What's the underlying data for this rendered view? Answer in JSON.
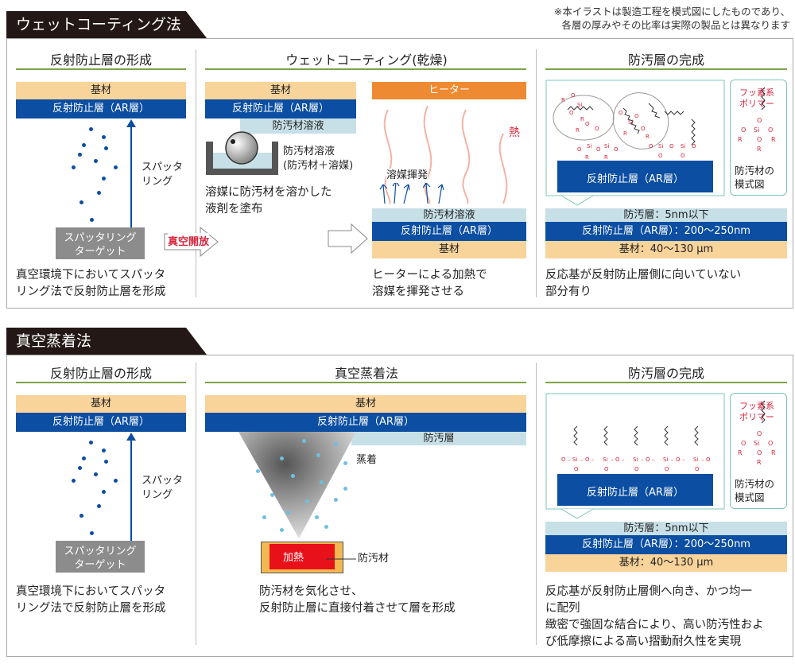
{
  "note": {
    "line1": "※本イラストは製造工程を模式図にしたものであり、",
    "line2": "各層の厚みやその比率は実際の製品とは異なります"
  },
  "wet": {
    "title": "ウェットコーティング法",
    "col1": {
      "title": "反射防止層の形成",
      "base": "基材",
      "ar": "反射防止層（AR層）",
      "sputter_label": "スパッタ\nリング",
      "target": "スパッタリング\nターゲット",
      "desc": "真空環境下においてスパッタ\nリング法で反射防止層を形成"
    },
    "arrow_label": "真空開放",
    "col2": {
      "title": "ウェットコーティング(乾燥)",
      "base": "基材",
      "ar": "反射防止層（AR層）",
      "solution": "防汚材溶液",
      "solution_label": "防汚材溶液\n(防汚材＋溶媒)",
      "desc": "溶媒に防汚材を溶かした\n液剤を塗布",
      "heater": "ヒーター",
      "heat": "熱",
      "evap": "溶媒揮発",
      "coat": "防汚材溶液",
      "ar2": "反射防止層（AR層）",
      "base2": "基材",
      "desc2": "ヒーターによる加熱で\n溶媒を揮発させる"
    },
    "col3": {
      "title": "防汚層の完成",
      "model_ar": "反射防止層（AR層）",
      "legend_title": "フッ素系\nポリマー",
      "legend_caption": "防汚材の\n模式図",
      "layer1": "防汚層：5nm以下",
      "layer2": "反射防止層（AR層）：200～250nm",
      "layer3": "基材：40～130 μm",
      "desc": "反応基が反射防止層側に向いていない\n部分有り"
    }
  },
  "vac": {
    "title": "真空蒸着法",
    "col1": {
      "title": "反射防止層の形成",
      "base": "基材",
      "ar": "反射防止層（AR層）",
      "sputter_label": "スパッタ\nリング",
      "target": "スパッタリング\nターゲット",
      "desc": "真空環境下においてスパッタ\nリング法で反射防止層を形成"
    },
    "col2": {
      "title": "真空蒸着法",
      "base": "基材",
      "ar": "反射防止層（AR層）",
      "coat": "防汚層",
      "deposit": "蒸着",
      "heat": "加熱",
      "material": "防汚材",
      "desc": "防汚材を気化させ、\n反射防止層に直接付着させて層を形成"
    },
    "col3": {
      "title": "防汚層の完成",
      "model_ar": "反射防止層（AR層）",
      "legend_title": "フッ素系\nポリマー",
      "legend_caption": "防汚材の\n模式図",
      "layer1": "防汚層：5nm以下",
      "layer2": "反射防止層（AR層）：200～250nm",
      "layer3": "基材：40～130 μm",
      "desc": "反応基が反射防止層側へ向き、かつ均一\nに配列\n緻密で強固な結合により、高い防汚性およ\nび低摩擦による高い摺動耐久性を実現"
    }
  },
  "colors": {
    "base": "#f8d39a",
    "ar": "#0b4ea2",
    "coat": "#c7dfe6",
    "heater": "#ee8a32",
    "accent_rule": "#7aa34a",
    "red": "#d7263d"
  }
}
